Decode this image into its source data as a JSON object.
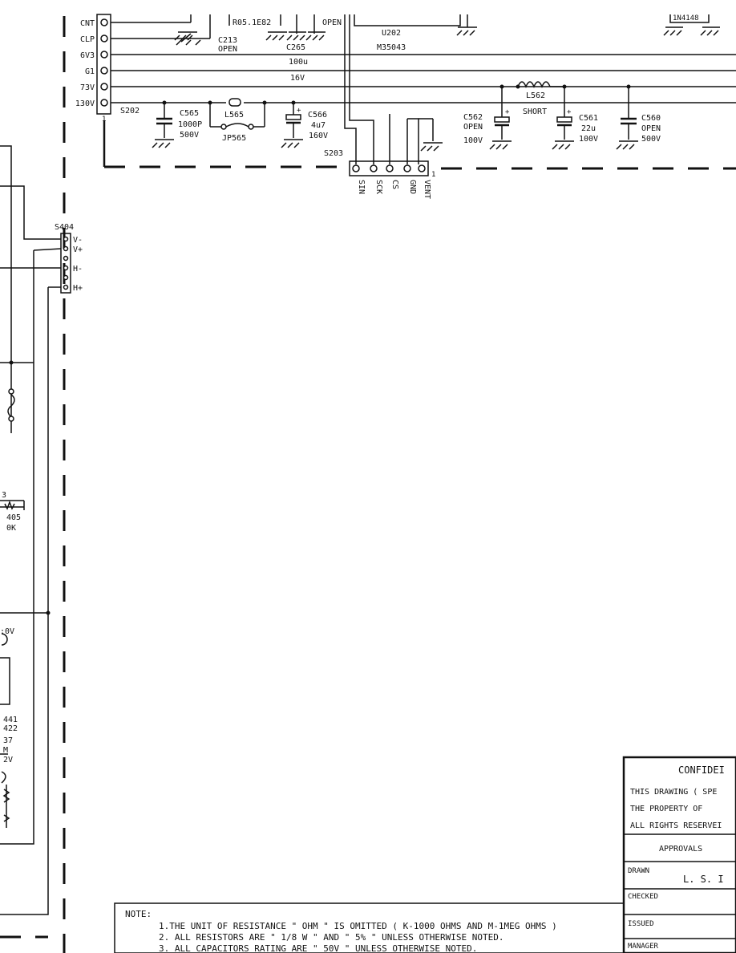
{
  "connector_s202": {
    "ref": "S202",
    "pin1": "1",
    "pins": [
      "CNT",
      "CLP",
      "6V3",
      "G1",
      "73V",
      "130V"
    ]
  },
  "top_partial": {
    "r05": "R05.1E82",
    "open_a": "OPEN",
    "c213": "C213",
    "c213_val": "OPEN",
    "c265": "C265",
    "u202": "U202",
    "u202_part": "M35043",
    "c265_val1": "100u",
    "c265_val2": "16V",
    "diode": "1N4148"
  },
  "components": {
    "c565": {
      "ref": "C565",
      "v1": "1000P",
      "v2": "500V"
    },
    "l565": {
      "ref": "L565"
    },
    "jp565": {
      "ref": "JP565"
    },
    "c566": {
      "ref": "C566",
      "v1": "4u7",
      "v2": "160V",
      "plus": "+"
    },
    "c562": {
      "ref": "C562",
      "v1": "OPEN",
      "v2": "100V",
      "plus": "+"
    },
    "l562": {
      "ref": "L562",
      "v1": "SHORT"
    },
    "c561": {
      "ref": "C561",
      "v1": "22u",
      "v2": "100V",
      "plus": "+"
    },
    "c560": {
      "ref": "C560",
      "v1": "OPEN",
      "v2": "500V"
    }
  },
  "connector_s203": {
    "ref": "S203",
    "pin1": "1",
    "pins": [
      "SIN",
      "SCK",
      "CS",
      "GND",
      "VENT"
    ]
  },
  "connector_s404": {
    "ref": "S404",
    "pins": [
      "V-",
      "V+",
      "H-",
      "H+"
    ]
  },
  "left_fragments": {
    "f1": "3",
    "f2": "405",
    "f3": "0K",
    "f4": ":0V",
    "f5": "441",
    "f6": "422",
    "f7": "37",
    "f8": "M",
    "f9": "2V"
  },
  "title_block": {
    "confidential": "CONFIDEI",
    "line1": "THIS DRAWING ( SPE",
    "line2": "THE PROPERTY OF",
    "line3": "ALL RIGHTS RESERVEI",
    "approvals": "APPROVALS",
    "drawn": "DRAWN",
    "drawn_by": "L. S. I",
    "checked": "CHECKED",
    "issued": "ISSUED",
    "manager": "MANAGER"
  },
  "notes": {
    "label": "NOTE:",
    "n1": "1.THE UNIT OF RESISTANCE \" OHM \" IS OMITTED ( K-1000 OHMS AND M-1MEG OHMS )",
    "n2": "2. ALL RESISTORS ARE \" 1/8 W \" AND \" 5% \" UNLESS OTHERWISE NOTED.",
    "n3": "3. ALL CAPACITORS RATING ARE \" 50V \" UNLESS OTHERWISE NOTED."
  }
}
